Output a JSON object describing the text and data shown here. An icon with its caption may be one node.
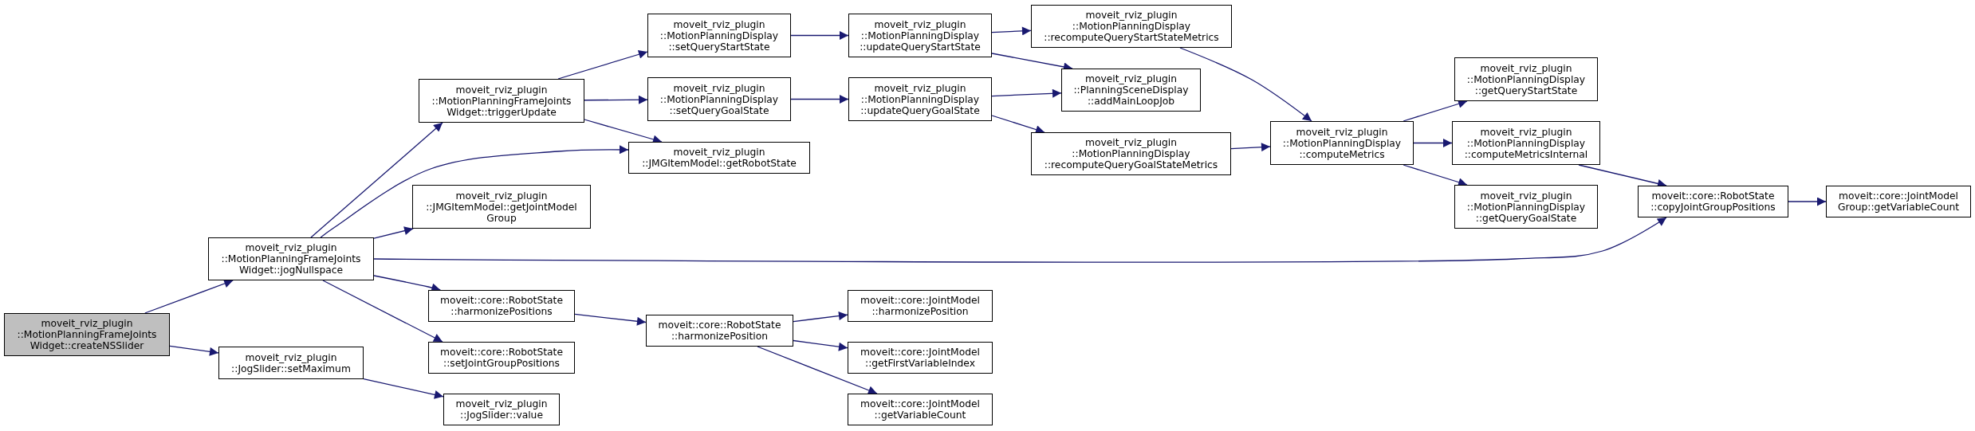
{
  "diagram": {
    "nodes": [
      {
        "text": [
          "moveit_rviz_plugin ::MotionPlanningFrameJoints Widget::createNSSlider"
        ]
      },
      {
        "text": [
          "moveit_rviz_plugin ::MotionPlanningFrameJoints Widget::jogNullspace"
        ]
      },
      {
        "text": [
          "moveit_rviz_plugin ::JogSlider::setMaximum"
        ]
      },
      {
        "text": [
          "moveit_rviz_plugin ::MotionPlanningFrameJoints Widget::triggerUpdate"
        ]
      },
      {
        "text": [
          "moveit_rviz_plugin ::JMGItemModel::getRobotState"
        ]
      },
      {
        "text": [
          "moveit_rviz_plugin ::JMGItemModel::getJointModel Group"
        ]
      },
      {
        "text": [
          "moveit::core::RobotState ::harmonizePositions"
        ]
      },
      {
        "text": [
          "moveit::core::RobotState ::setJointGroupPositions"
        ]
      },
      {
        "text": [
          "moveit_rviz_plugin ::JogSlider::value"
        ]
      },
      {
        "text": [
          "moveit_rviz_plugin ::MotionPlanningDisplay ::setQueryStartState"
        ]
      },
      {
        "text": [
          "moveit_rviz_plugin ::MotionPlanningDisplay ::setQueryGoalState"
        ]
      },
      {
        "text": [
          "moveit::core::RobotState ::harmonizePosition"
        ]
      },
      {
        "text": [
          "moveit_rviz_plugin ::MotionPlanningDisplay ::updateQueryStartState"
        ]
      },
      {
        "text": [
          "moveit_rviz_plugin ::MotionPlanningDisplay ::updateQueryGoalState"
        ]
      },
      {
        "text": [
          "moveit::core::JointModel ::harmonizePosition"
        ]
      },
      {
        "text": [
          "moveit::core::JointModel ::getFirstVariableIndex"
        ]
      },
      {
        "text": [
          "moveit::core::JointModel ::getVariableCount"
        ]
      },
      {
        "text": [
          "moveit_rviz_plugin ::MotionPlanningDisplay ::recomputeQueryStartStateMetrics"
        ]
      },
      {
        "text": [
          "moveit_rviz_plugin ::PlanningSceneDisplay ::addMainLoopJob"
        ]
      },
      {
        "text": [
          "moveit_rviz_plugin ::MotionPlanningDisplay ::recomputeQueryGoalStateMetrics"
        ]
      },
      {
        "text": [
          "moveit_rviz_plugin ::MotionPlanningDisplay ::computeMetrics"
        ]
      },
      {
        "text": [
          "moveit_rviz_plugin ::MotionPlanningDisplay ::getQueryStartState"
        ]
      },
      {
        "text": [
          "moveit_rviz_plugin ::MotionPlanningDisplay ::computeMetricsInternal"
        ]
      },
      {
        "text": [
          "moveit_rviz_plugin ::MotionPlanningDisplay ::getQueryGoalState"
        ]
      },
      {
        "text": [
          "moveit::core::RobotState ::copyJointGroupPositions"
        ]
      },
      {
        "text": [
          "moveit::core::JointModel Group::getVariableCount"
        ]
      }
    ],
    "edges": [
      {
        "from": 0,
        "to": 1,
        "arrow": "to"
      },
      {
        "from": 0,
        "to": 2,
        "arrow": "to"
      },
      {
        "from": 1,
        "to": 3,
        "arrow": "to"
      },
      {
        "from": 1,
        "to": 4,
        "arrow": "to"
      },
      {
        "from": 1,
        "to": 5,
        "arrow": "to"
      },
      {
        "from": 1,
        "to": 24,
        "arrow": "to"
      },
      {
        "from": 1,
        "to": 6,
        "arrow": "to"
      },
      {
        "from": 1,
        "to": 7,
        "arrow": "to"
      },
      {
        "from": 2,
        "to": 8,
        "arrow": "to"
      },
      {
        "from": 3,
        "to": 9,
        "arrow": "to"
      },
      {
        "from": 3,
        "to": 10,
        "arrow": "to"
      },
      {
        "from": 3,
        "to": 4,
        "arrow": "to"
      },
      {
        "from": 9,
        "to": 12,
        "arrow": "to"
      },
      {
        "from": 10,
        "to": 13,
        "arrow": "to"
      },
      {
        "from": 6,
        "to": 11,
        "arrow": "to"
      },
      {
        "from": 12,
        "to": 17,
        "arrow": "to"
      },
      {
        "from": 12,
        "to": 18,
        "arrow": "to"
      },
      {
        "from": 13,
        "to": 18,
        "arrow": "to"
      },
      {
        "from": 13,
        "to": 19,
        "arrow": "to"
      },
      {
        "from": 17,
        "to": 20,
        "arrow": "to"
      },
      {
        "from": 19,
        "to": 20,
        "arrow": "to"
      },
      {
        "from": 11,
        "to": 14,
        "arrow": "to"
      },
      {
        "from": 11,
        "to": 15,
        "arrow": "to"
      },
      {
        "from": 11,
        "to": 16,
        "arrow": "to"
      },
      {
        "from": 20,
        "to": 21,
        "arrow": "to"
      },
      {
        "from": 20,
        "to": 22,
        "arrow": "to"
      },
      {
        "from": 20,
        "to": 23,
        "arrow": "to"
      },
      {
        "from": 22,
        "to": 24,
        "arrow": "to"
      },
      {
        "from": 24,
        "to": 25,
        "arrow": "to"
      }
    ]
  }
}
